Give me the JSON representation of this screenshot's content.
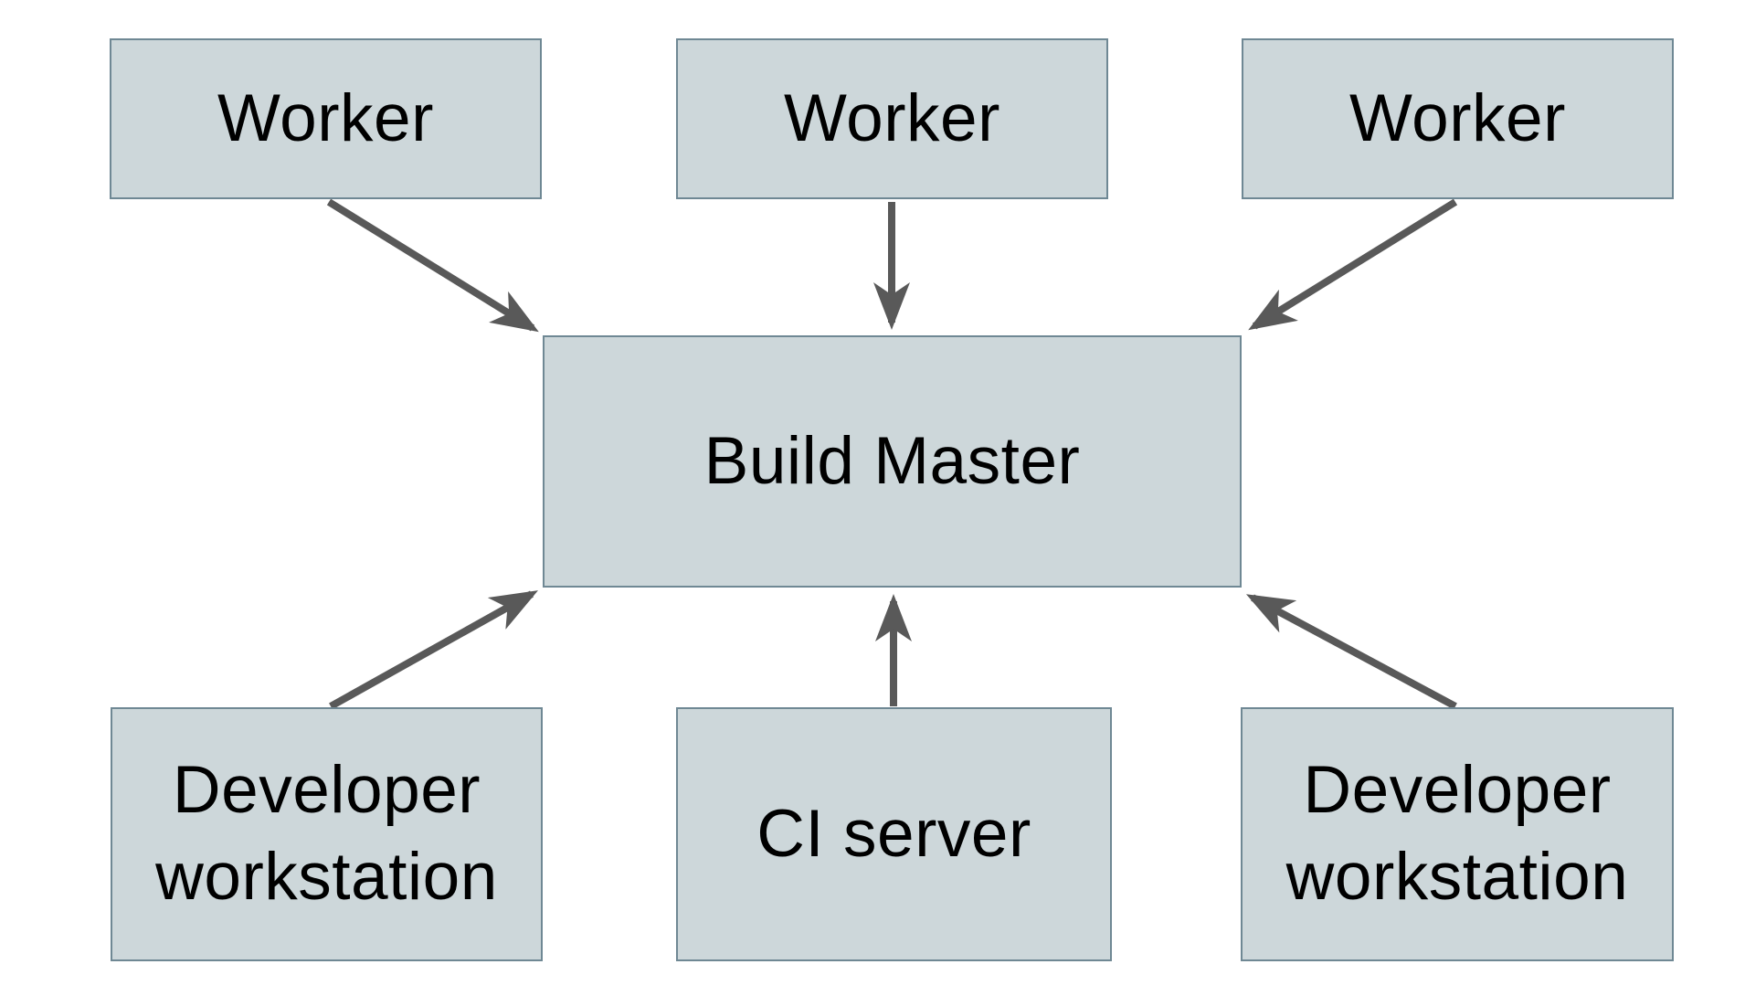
{
  "diagram": {
    "description": "Distributed build system architecture diagram",
    "nodes": [
      {
        "id": "worker-1",
        "label": "Worker"
      },
      {
        "id": "worker-2",
        "label": "Worker"
      },
      {
        "id": "worker-3",
        "label": "Worker"
      },
      {
        "id": "build-master",
        "label": "Build Master"
      },
      {
        "id": "dev-workstation-left",
        "label": "Developer workstation"
      },
      {
        "id": "ci-server",
        "label": "CI server"
      },
      {
        "id": "dev-workstation-right",
        "label": "Developer workstation"
      }
    ],
    "edges": [
      {
        "from": "worker-1",
        "to": "build-master",
        "direction": "down-right"
      },
      {
        "from": "worker-2",
        "to": "build-master",
        "direction": "down"
      },
      {
        "from": "worker-3",
        "to": "build-master",
        "direction": "down-left"
      },
      {
        "from": "dev-workstation-left",
        "to": "build-master",
        "direction": "up-right"
      },
      {
        "from": "ci-server",
        "to": "build-master",
        "direction": "up"
      },
      {
        "from": "dev-workstation-right",
        "to": "build-master",
        "direction": "up-left"
      }
    ],
    "colors": {
      "node_fill": "#cdd7da",
      "node_border": "#6f8894",
      "arrow": "#595959",
      "text": "#000000",
      "background": "#ffffff"
    }
  }
}
